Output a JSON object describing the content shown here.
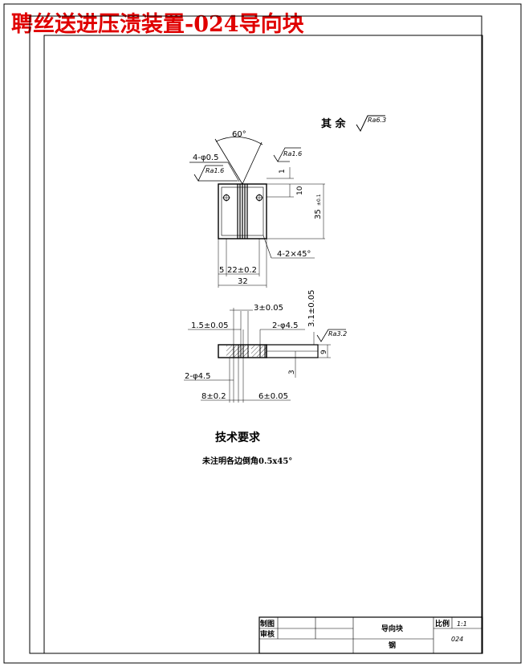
{
  "banner_title": "聘丝送进压溃装置-024导向块",
  "roughness_general": {
    "label": "其 余",
    "value": "Ra6.3"
  },
  "top_view": {
    "angle": "60°",
    "holes_note": "4-φ0.5",
    "roughness_left": "Ra1.6",
    "roughness_right": "Ra1.6",
    "dim_1": "1",
    "dim_10": "10",
    "dim_35": "35",
    "dim_35_tol": "±0.1",
    "chamfer": "4-2×45°",
    "dim_5": "5",
    "dim_22": "22±0.2",
    "dim_32": "32"
  },
  "side_view": {
    "dim_3": "3±0.05",
    "dim_3_1": "3.1±0.05",
    "dim_1_5": "1.5±0.05",
    "holes_top": "2-φ4.5",
    "roughness": "Ra3.2",
    "dim_9": "9",
    "dim_3_small": "3",
    "holes_bottom": "2-φ4.5",
    "dim_8": "8±0.2",
    "dim_6": "6±0.05"
  },
  "tech_requirements": {
    "title": "技术要求",
    "note": "未注明各边倒角0.5x45°"
  },
  "title_block": {
    "drawn_label": "制图",
    "checked_label": "审核",
    "part_name": "导向块",
    "material": "钢",
    "scale_label": "比例",
    "scale_value": "1:1",
    "drawing_no": "024"
  }
}
